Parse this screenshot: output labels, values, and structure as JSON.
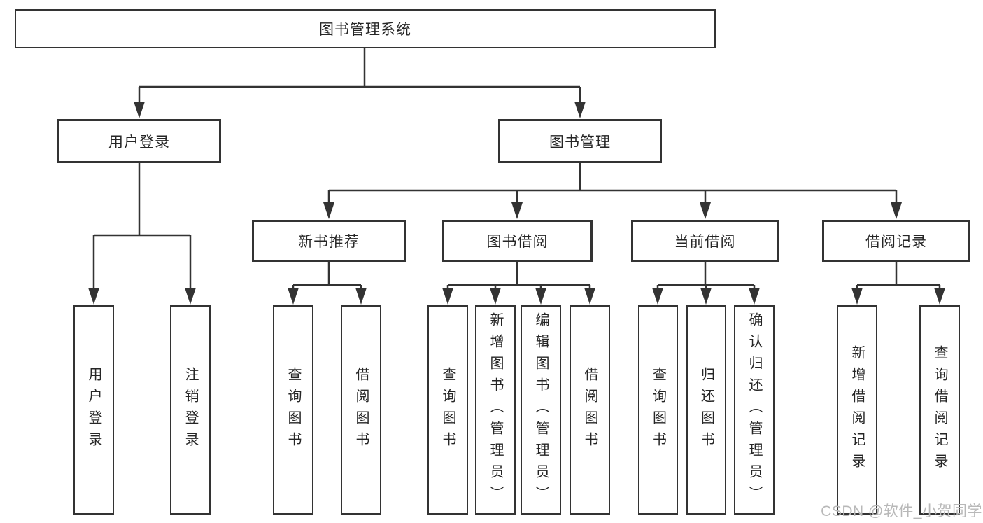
{
  "diagram_title": "图书管理系统",
  "watermark": {
    "text": "CSDN @软件_小贺同学"
  },
  "colors": {
    "line": "#333333",
    "text": "#262626",
    "background": "#ffffff",
    "watermark": "#b8b8b8"
  },
  "root": {
    "label": "图书管理系统"
  },
  "branches": [
    {
      "label": "用户登录",
      "children": [
        {
          "label": "用户登录"
        },
        {
          "label": "注销登录"
        }
      ]
    },
    {
      "label": "图书管理",
      "children": [
        {
          "label": "新书推荐",
          "children": [
            {
              "label": "查询图书"
            },
            {
              "label": "借阅图书"
            }
          ]
        },
        {
          "label": "图书借阅",
          "children": [
            {
              "label": "查询图书"
            },
            {
              "label": "新增图书（管理员）"
            },
            {
              "label": "编辑图书（管理员）"
            },
            {
              "label": "借阅图书"
            }
          ]
        },
        {
          "label": "当前借阅",
          "children": [
            {
              "label": "查询图书"
            },
            {
              "label": "归还图书"
            },
            {
              "label": "确认归还（管理员）"
            }
          ]
        },
        {
          "label": "借阅记录",
          "children": [
            {
              "label": "新增借阅记录"
            },
            {
              "label": "查询借阅记录"
            }
          ]
        }
      ]
    }
  ]
}
